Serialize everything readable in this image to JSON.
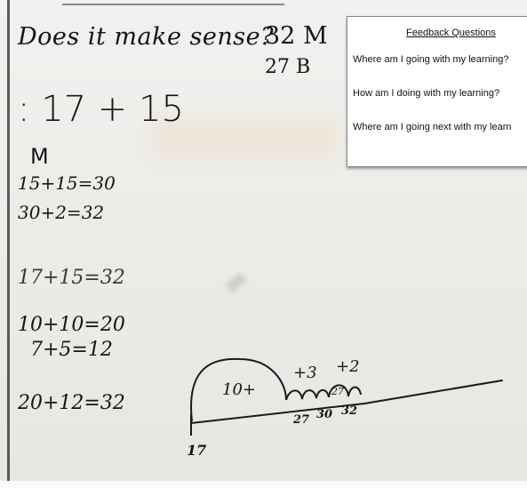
{
  "board": {
    "question": "Does it make sense?",
    "vote_m": "32 M",
    "vote_b": "27 B",
    "problem": ": 17 + 15"
  },
  "strategy_m": {
    "label": "M",
    "eq1": "15+15=30",
    "eq2": "30+2=32"
  },
  "strategy_b": {
    "eq1": "17+15=32",
    "eq2": "10+10=20",
    "eq3": "7+5=12",
    "eq4": "20+12=32"
  },
  "number_line": {
    "start": "17",
    "jump_big": "10+",
    "jump_small_1": "+3",
    "jump_small_2": "+2",
    "mark_1": "27",
    "mark_2": "30",
    "mark_3": "32",
    "bump_label": "27"
  },
  "feedback_card": {
    "title": "Feedback Questions",
    "questions": [
      "Where am I going with my learning?",
      "How am I doing with my learning?",
      "Where am I going next with my learn"
    ]
  },
  "colors": {
    "board": "#ecebe8",
    "marker": "#151515",
    "card": "#ffffff"
  }
}
